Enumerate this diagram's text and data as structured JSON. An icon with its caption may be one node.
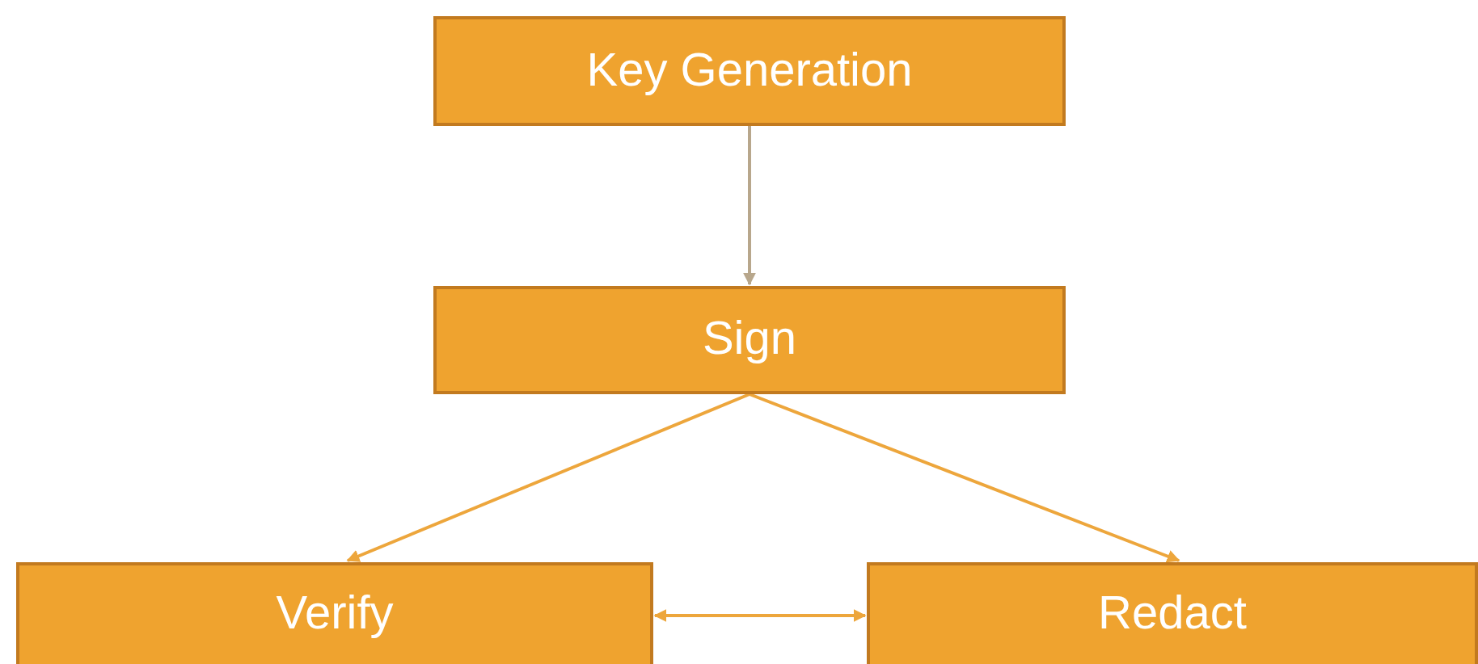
{
  "diagram": {
    "nodes": [
      {
        "text": [
          "Key Generation"
        ]
      },
      {
        "text": [
          "Sign"
        ]
      },
      {
        "text": [
          "Verify"
        ]
      },
      {
        "text": [
          "Redact"
        ]
      }
    ],
    "edges": [
      {
        "from": 0,
        "to": 1,
        "arrow": "to",
        "color": "#b8a78c"
      },
      {
        "from": 1,
        "to": 2,
        "arrow": "to"
      },
      {
        "from": 1,
        "to": 3,
        "arrow": "to"
      },
      {
        "from": 2,
        "to": 3,
        "arrow": "both"
      }
    ]
  }
}
